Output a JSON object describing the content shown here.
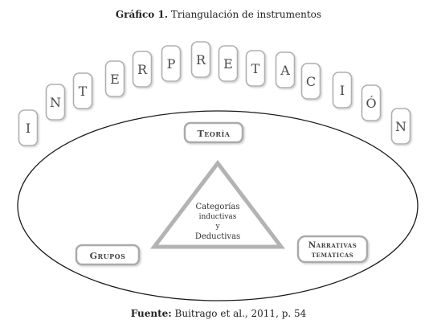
{
  "title": {
    "prefix": "Gráfico 1.",
    "text": "Triangulación de instrumentos"
  },
  "source": {
    "prefix": "Fuente:",
    "text": "Buitrago et al., 2011, p. 54"
  },
  "arch_letters": [
    "I",
    "N",
    "T",
    "E",
    "R",
    "P",
    "R",
    "E",
    "T",
    "A",
    "C",
    "I",
    "Ó",
    "N"
  ],
  "center": {
    "lines": [
      "Categorías",
      "inductivas",
      "y",
      "Deductivas"
    ]
  },
  "boxes": {
    "top": "Teoría",
    "left": "Grupos",
    "right": [
      "Narrativas",
      "temáticas"
    ]
  }
}
